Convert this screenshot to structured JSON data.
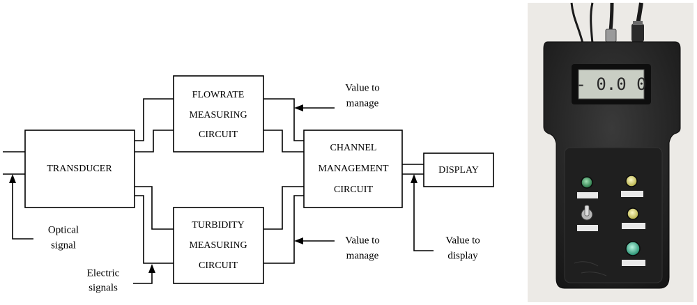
{
  "diagram": {
    "blocks": {
      "transducer": [
        "TRANSDUCER"
      ],
      "flowrate": [
        "FLOWRATE",
        "MEASURING",
        "CIRCUIT"
      ],
      "turbidity": [
        "TURBIDITY",
        "MEASURING",
        "CIRCUIT"
      ],
      "channel": [
        "CHANNEL",
        "MANAGEMENT",
        "CIRCUIT"
      ],
      "display": [
        "DISPLAY"
      ]
    },
    "labels": {
      "optical_signal": [
        "Optical",
        "signal"
      ],
      "electric_signals": [
        "Electric",
        "signals"
      ],
      "value_to_manage_top": [
        "Value to",
        "manage"
      ],
      "value_to_manage_bottom": [
        "Value to",
        "manage"
      ],
      "value_to_display": [
        "Value to",
        "display"
      ]
    }
  },
  "device": {
    "lcd_reading": "- 0.0 0",
    "led_colors": {
      "green": "#2f9a5a",
      "yellow": "#e6e27a",
      "teal": "#3fc8a0"
    }
  }
}
